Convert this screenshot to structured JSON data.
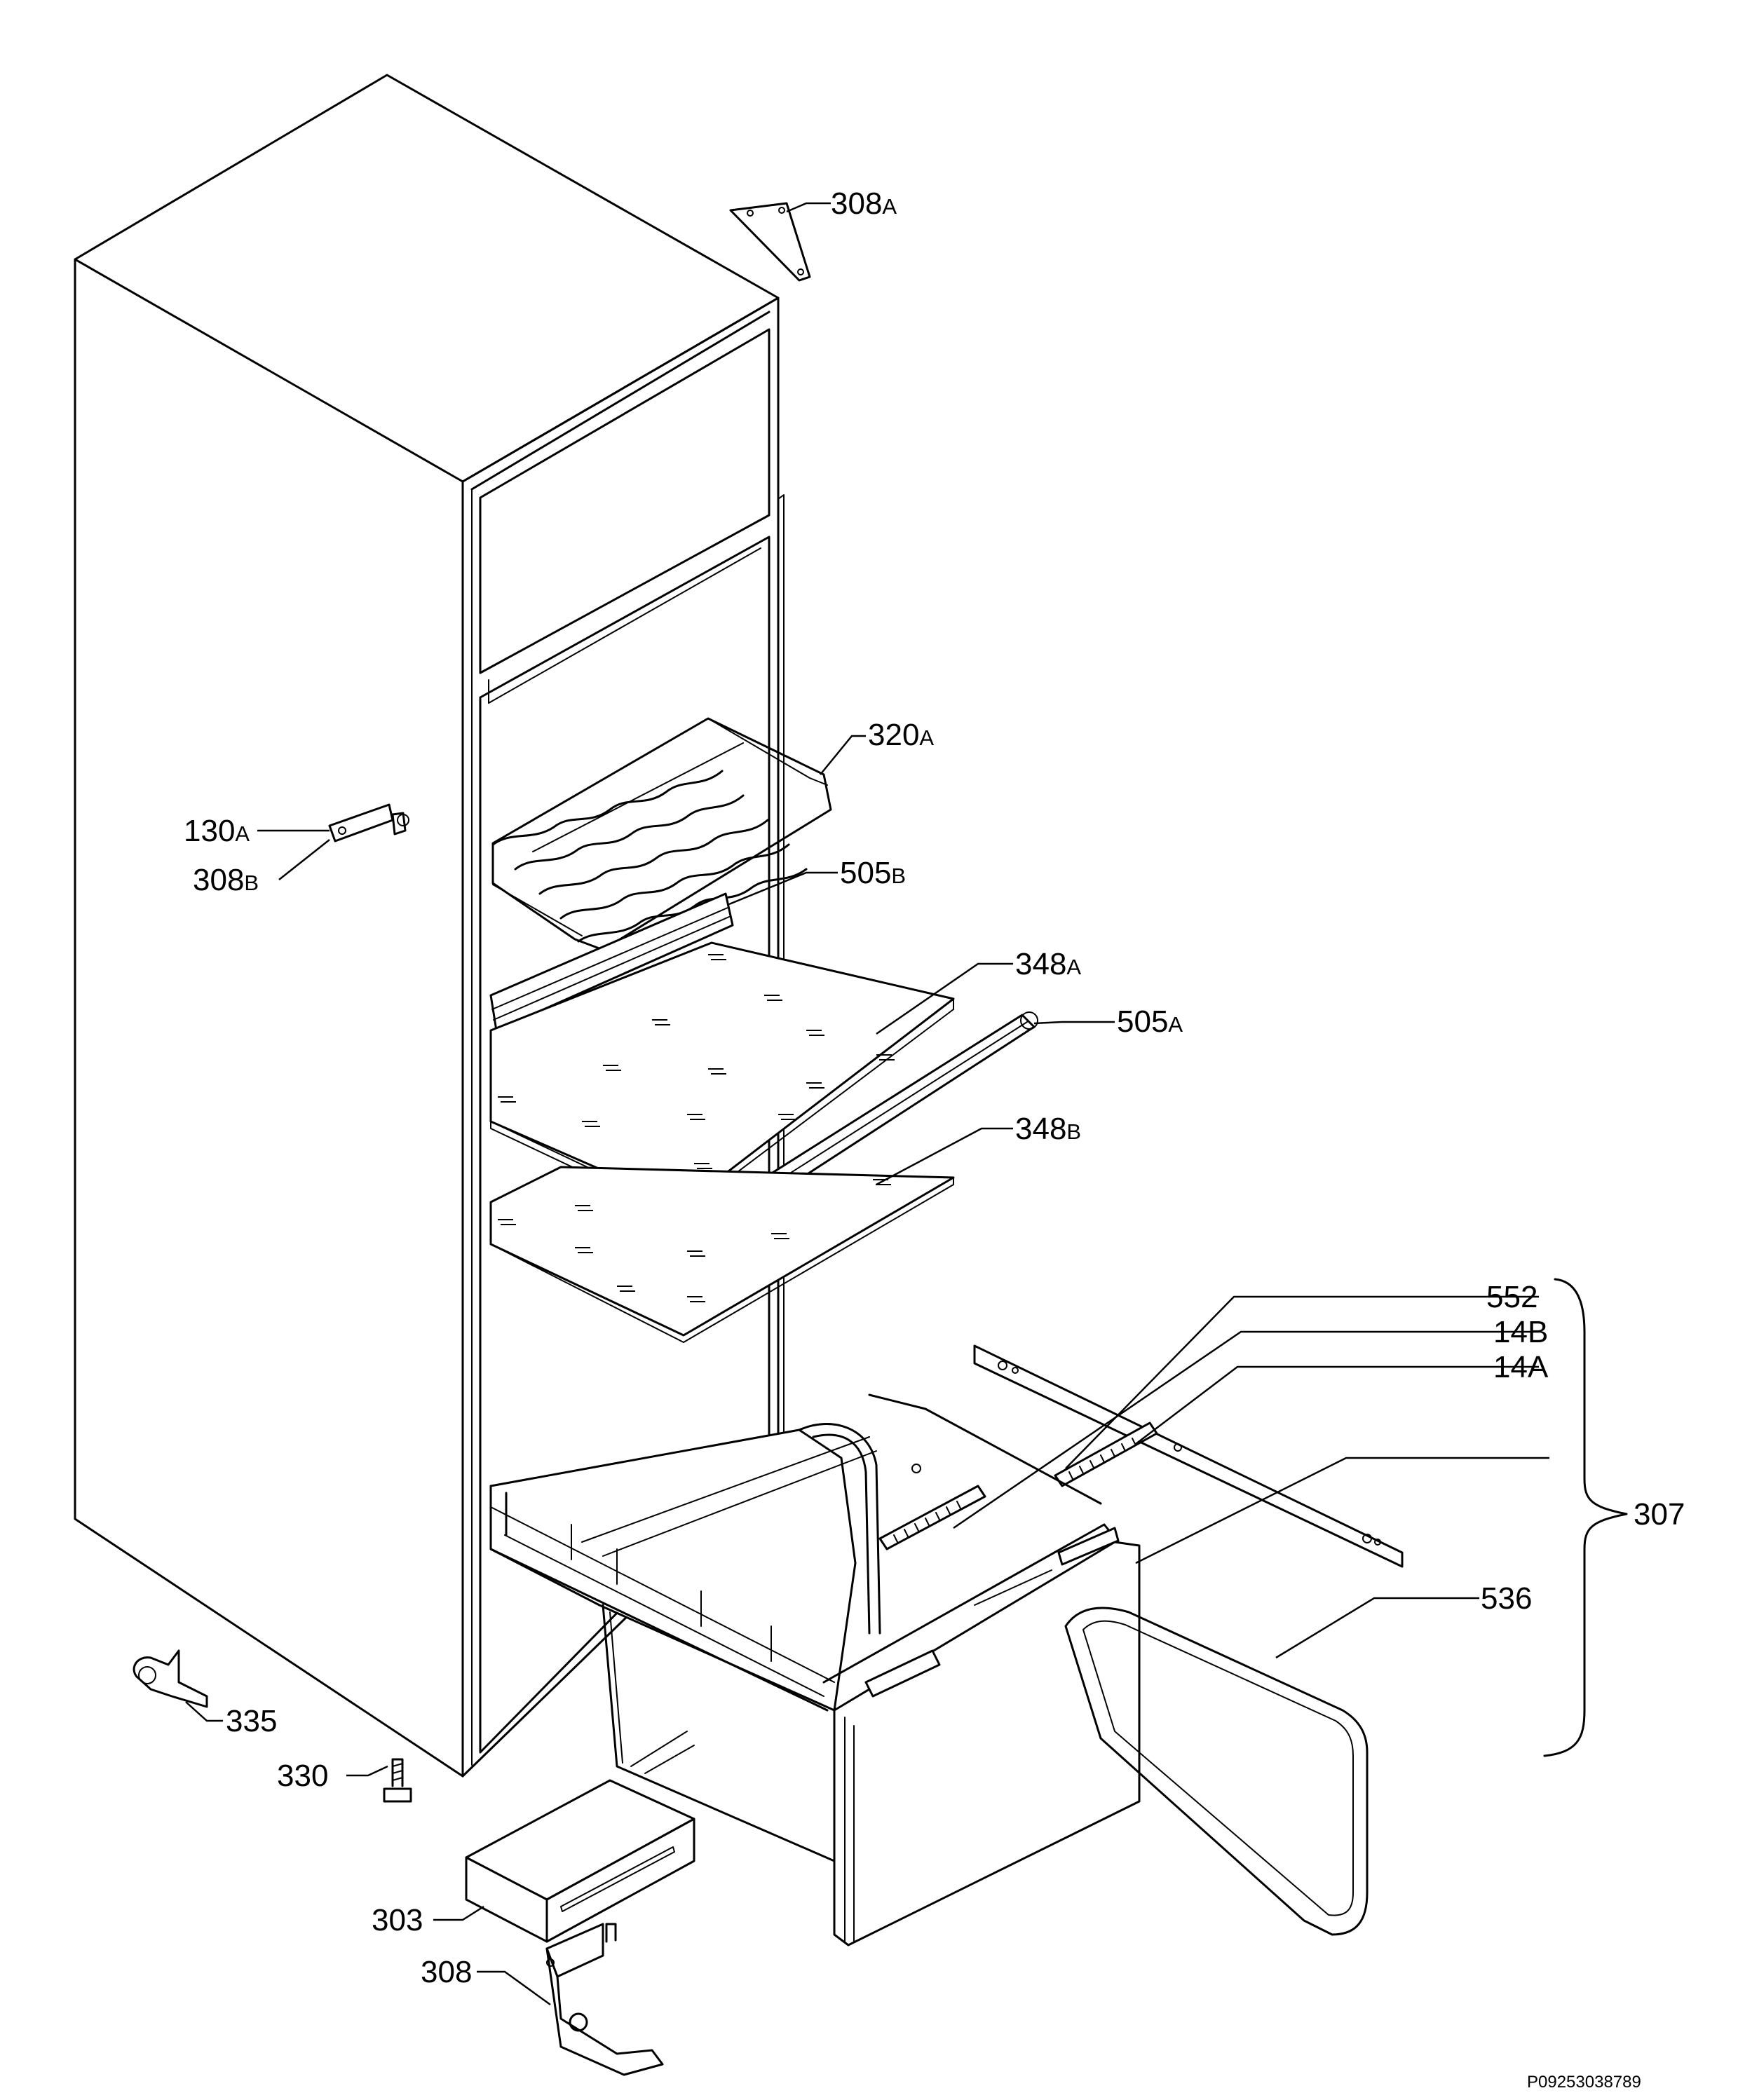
{
  "diagram": {
    "callouts": [
      {
        "id": "308A",
        "number": "308",
        "suffix": "A"
      },
      {
        "id": "320A",
        "number": "320",
        "suffix": "A"
      },
      {
        "id": "130A",
        "number": "130",
        "suffix": "A"
      },
      {
        "id": "308B",
        "number": "308",
        "suffix": "B"
      },
      {
        "id": "505B",
        "number": "505",
        "suffix": "B"
      },
      {
        "id": "348A",
        "number": "348",
        "suffix": "A"
      },
      {
        "id": "505A",
        "number": "505",
        "suffix": "A"
      },
      {
        "id": "348B",
        "number": "348",
        "suffix": "B"
      },
      {
        "id": "552",
        "number": "552",
        "suffix": ""
      },
      {
        "id": "14B",
        "number": "14B",
        "suffix": ""
      },
      {
        "id": "14A",
        "number": "14A",
        "suffix": ""
      },
      {
        "id": "307",
        "number": "307",
        "suffix": ""
      },
      {
        "id": "536",
        "number": "536",
        "suffix": ""
      },
      {
        "id": "335",
        "number": "335",
        "suffix": ""
      },
      {
        "id": "330",
        "number": "330",
        "suffix": ""
      },
      {
        "id": "303",
        "number": "303",
        "suffix": ""
      },
      {
        "id": "308",
        "number": "308",
        "suffix": ""
      }
    ],
    "drawing_code": "P09253038789"
  }
}
